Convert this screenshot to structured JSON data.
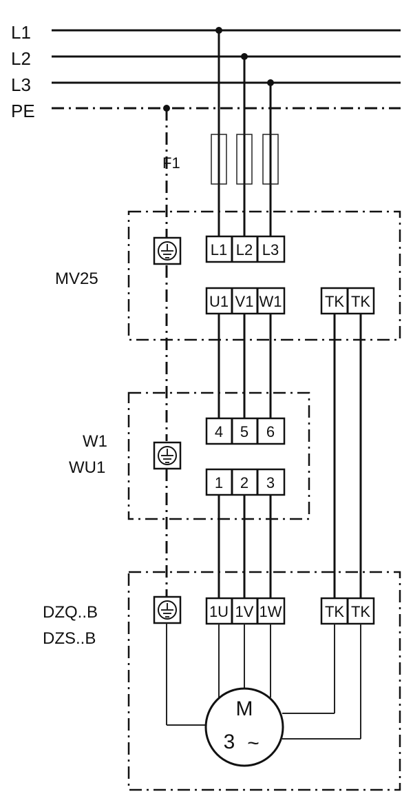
{
  "lines": {
    "l1": "L1",
    "l2": "L2",
    "l3": "L3",
    "pe": "PE"
  },
  "fuse_label": "F1",
  "blocks": {
    "mv25": {
      "name": "MV25",
      "inputs": [
        "L1",
        "L2",
        "L3"
      ],
      "outputs": [
        "U1",
        "V1",
        "W1"
      ],
      "thermo": [
        "TK",
        "TK"
      ]
    },
    "w1": {
      "name_line1": "W1",
      "name_line2": "WU1",
      "top": [
        "4",
        "5",
        "6"
      ],
      "bottom": [
        "1",
        "2",
        "3"
      ]
    },
    "dzq": {
      "name_line1": "DZQ..B",
      "name_line2": "DZS..B",
      "terminals": [
        "1U",
        "1V",
        "1W"
      ],
      "thermo": [
        "TK",
        "TK"
      ]
    }
  },
  "motor": {
    "letter": "M",
    "phase": "3",
    "symbol": "~"
  }
}
